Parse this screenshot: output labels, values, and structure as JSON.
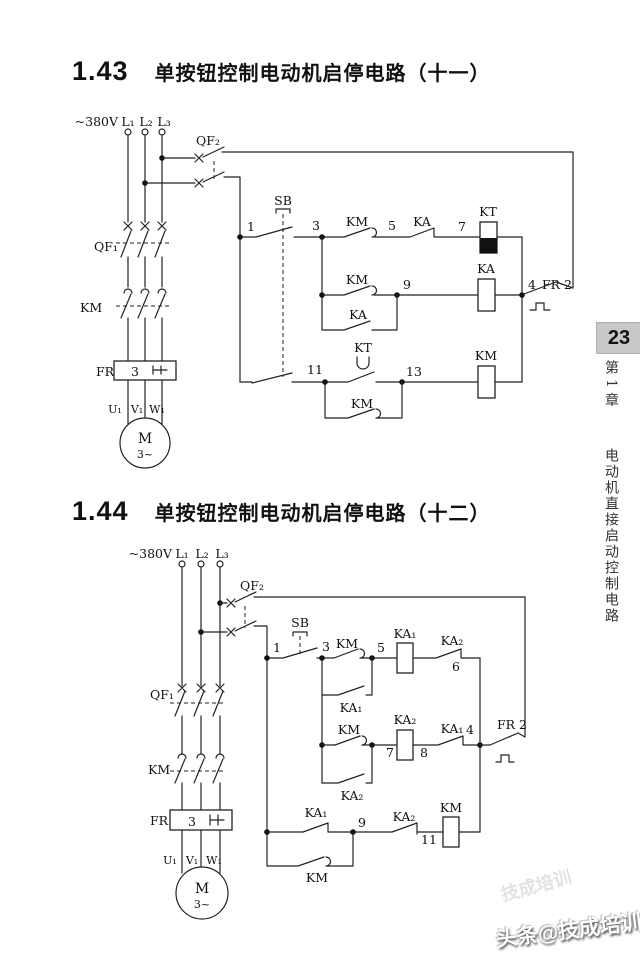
{
  "sections": [
    {
      "num": "1.43",
      "title": "单按钮控制电动机启停电路（十一）"
    },
    {
      "num": "1.44",
      "title": "单按钮控制电动机启停电路（十二）"
    }
  ],
  "c43": {
    "voltage": "~380V",
    "L1": "L₁",
    "L2": "L₂",
    "L3": "L₃",
    "QF2": "QF₂",
    "QF1": "QF₁",
    "KM_main": "KM",
    "FR": "FR",
    "FR_n": "3",
    "U1": "U₁",
    "V1": "V₁",
    "W1": "W₁",
    "M": "M",
    "ph": "3~",
    "SB": "SB",
    "n1": "1",
    "n3": "3",
    "n5": "5",
    "n7": "7",
    "n9": "9",
    "n11": "11",
    "n13": "13",
    "n4": "4",
    "KM_nc": "KM",
    "KA_no": "KA",
    "KT_coil": "KT",
    "KM_no": "KM",
    "KA_coil": "KA",
    "FR2": "FR 2",
    "KA_par": "KA",
    "KT_ct": "KT",
    "KM_coil": "KM",
    "KM_par": "KM"
  },
  "c44": {
    "voltage": "~380V",
    "L1": "L₁",
    "L2": "L₂",
    "L3": "L₃",
    "QF2": "QF₂",
    "QF1": "QF₁",
    "KM_main": "KM",
    "FR": "FR",
    "FR_n": "3",
    "U1": "U₁",
    "V1": "V₁",
    "W1": "W₁",
    "M": "M",
    "ph": "3~",
    "SB": "SB",
    "n1": "1",
    "n3": "3",
    "n5": "5",
    "n6": "6",
    "n7": "7",
    "n8": "8",
    "n4": "4",
    "n9": "9",
    "n11": "11",
    "KM_nc": "KM",
    "KA1_coil": "KA₁",
    "KA2_no": "KA₂",
    "KA1_par": "KA₁",
    "KM_no": "KM",
    "KA2_coil": "KA₂",
    "KA1_no": "KA₁",
    "FR2": "FR 2",
    "KA2_par": "KA₂",
    "KA1_no2": "KA₁",
    "KA2_nc": "KA₂",
    "KM_coil": "KM",
    "KM_par": "KM"
  },
  "sidebar": {
    "page_number": "23",
    "chapter": "第1章",
    "chapter_title": "电动机直接启动控制电路"
  },
  "watermark": {
    "main": "头条@技成培训",
    "ghost": "技成培训"
  }
}
